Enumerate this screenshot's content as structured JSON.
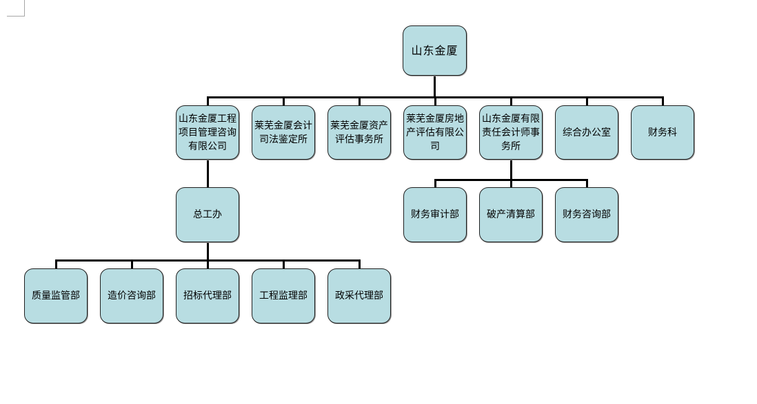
{
  "colors": {
    "node_fill": "#b8dde2",
    "node_border": "#1f1f1f",
    "connector": "#000000",
    "page_corner_mark": "#a6a6a6",
    "background": "#ffffff"
  },
  "org": {
    "root": "山东金厦",
    "departments": [
      "山东金厦工程\n项目管理咨询\n有限公司",
      "莱芜金厦会计\n司法鉴定所",
      "莱芜金厦资产\n评估事务所",
      "莱芜金厦房地\n产评估有限公\n司",
      "山东金厦有限\n责任会计师事\n务所",
      "综合办公室",
      "财务科"
    ],
    "chief_office": "总工办",
    "project_departments": [
      "质量监管部",
      "造价咨询部",
      "招标代理部",
      "工程监理部",
      "政采代理部"
    ],
    "accounting_departments": [
      "财务审计部",
      "破产清算部",
      "财务咨询部"
    ]
  }
}
